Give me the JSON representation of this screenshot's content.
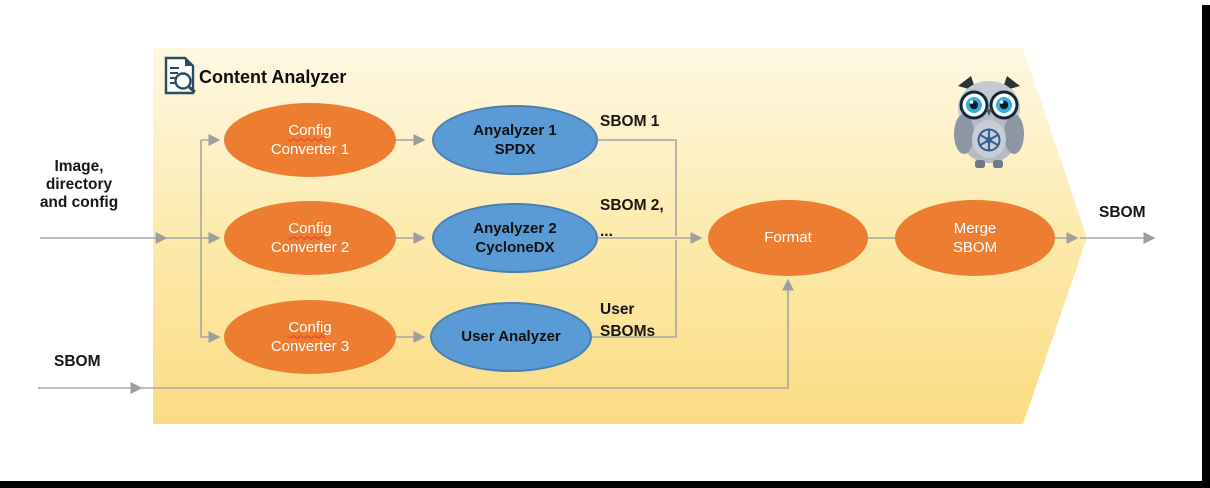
{
  "colors": {
    "converter_fill": "#ED7D31",
    "analyzer_fill": "#5B9BD5",
    "analyzer_border": "#4A7FB5",
    "process_fill": "#ED7D31",
    "arrow_background_top": "#FEF8E3",
    "arrow_background_bottom": "#FBDC83",
    "connector_gray": "#A6A6A6",
    "spellcheck_underline": "#E03C31",
    "frame_border": "#000000",
    "node_text_on_orange": "#FFFFFF",
    "node_text_on_blue": "#111111"
  },
  "header": {
    "title": "Content Analyzer",
    "icon": "document-search-icon"
  },
  "inputs": {
    "top": "Image,\ndirectory\nand config",
    "bottom": "SBOM"
  },
  "converters": [
    {
      "line1": "Config",
      "line2": "Converter 1"
    },
    {
      "line1": "Config",
      "line2": "Converter 2"
    },
    {
      "line1": "Config",
      "line2": "Converter 3"
    }
  ],
  "analyzers": [
    {
      "line1": "Anyalyzer 1",
      "line2": "SPDX"
    },
    {
      "line1": "Anyalyzer 2",
      "line2": "CycloneDX"
    },
    {
      "line1": "User Analyzer",
      "line2": ""
    }
  ],
  "sbom_labels": [
    "SBOM 1",
    "SBOM 2,\n...",
    "User\nSBOMs"
  ],
  "pipeline": {
    "format_label": "Format",
    "merge_line1": "Merge",
    "merge_line2": "SBOM"
  },
  "output": {
    "label": "SBOM"
  },
  "mascot": {
    "icon": "owl-mascot-icon"
  }
}
